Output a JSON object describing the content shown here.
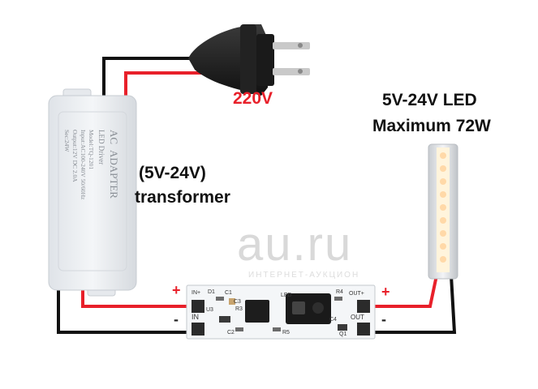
{
  "labels": {
    "mains_voltage": "220V",
    "led_line1": "5V-24V LED",
    "led_line2": "Maximum 72W",
    "transformer_line1": "(5V-24V)",
    "transformer_line2": "transformer",
    "watermark": "au.ru",
    "watermark_sub": "ИНТЕРНЕТ-АУКЦИОН"
  },
  "adapter": {
    "text": [
      "AC",
      "ADAPTER",
      "LED Driver",
      "Model:TQ-1201",
      "Input:AC100-240V 50/60Hz",
      "Output:12V DC 2.0A",
      "Sec:24W"
    ]
  },
  "board": {
    "left_pins": [
      "IN+",
      "IN",
      "-"
    ],
    "right_pins": [
      "OUT+",
      "OUT",
      "-"
    ],
    "components": [
      "D1",
      "C1",
      "C3",
      "U3",
      "C2",
      "R3",
      "LED",
      "R4",
      "R5",
      "Q1",
      "C4"
    ]
  },
  "signs": {
    "in_plus": "+",
    "in_minus": "-",
    "out_plus": "+",
    "out_minus": "-"
  },
  "colors": {
    "wire_positive": "#e8202a",
    "wire_negative": "#111111",
    "plug": "#1e1e1e",
    "prongs": "#c9c9c9",
    "adapter_body": "#eef0f3",
    "board": "#f4f6f8",
    "led_bar": "#e7e9ec",
    "led_glow": "#fff4dc"
  }
}
